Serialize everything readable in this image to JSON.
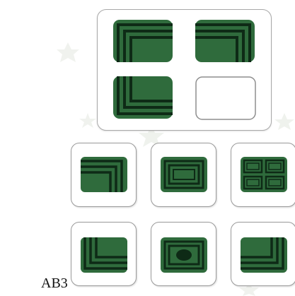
{
  "puzzle": {
    "label": "AB3",
    "tile_color": "#2f6b3c",
    "line_color": "#0e2a16",
    "matrix": [
      {
        "cell": "top-left",
        "pattern": "corner-lines-top-left"
      },
      {
        "cell": "top-right",
        "pattern": "corner-lines-top-right"
      },
      {
        "cell": "bottom-left",
        "pattern": "corner-lines-bottom-left"
      },
      {
        "cell": "bottom-right",
        "pattern": "empty"
      }
    ],
    "options": [
      {
        "position": 1,
        "pattern": "corner-lines-top-right"
      },
      {
        "position": 2,
        "pattern": "nested-rectangles"
      },
      {
        "position": 3,
        "pattern": "four-panels"
      },
      {
        "position": 4,
        "pattern": "corner-lines-bottom-left"
      },
      {
        "position": 5,
        "pattern": "nested-rectangles-with-oval"
      },
      {
        "position": 6,
        "pattern": "corner-lines-bottom-right"
      }
    ]
  }
}
